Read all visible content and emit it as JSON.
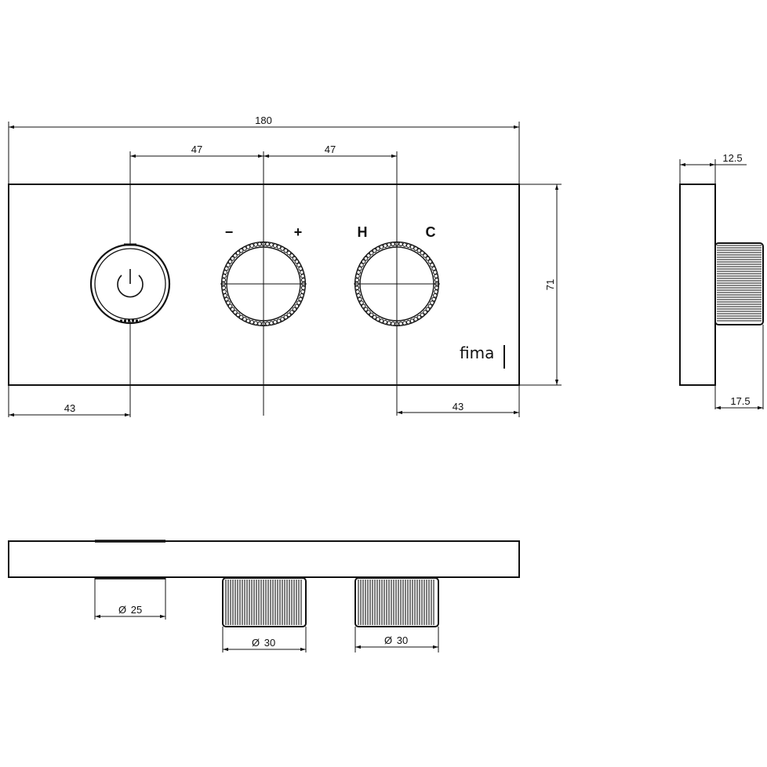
{
  "front_view": {
    "dim_width": "180",
    "dim_spacing_left": "47",
    "dim_spacing_right": "47",
    "dim_height": "71",
    "dim_offset_left": "43",
    "dim_offset_right": "43",
    "labels": {
      "minus": "−",
      "plus": "+",
      "hot": "H",
      "cold": "C"
    },
    "brand": "fima"
  },
  "side_view": {
    "dim_plate_depth": "12.5",
    "dim_total_depth": "17.5"
  },
  "bottom_view": {
    "dim_button_diameter": "25",
    "dim_knob1_diameter": "30",
    "dim_knob2_diameter": "30",
    "diameter_symbol": "Ø"
  },
  "icons": [
    "power-icon",
    "knurled-knob",
    "ribbed-knob"
  ]
}
